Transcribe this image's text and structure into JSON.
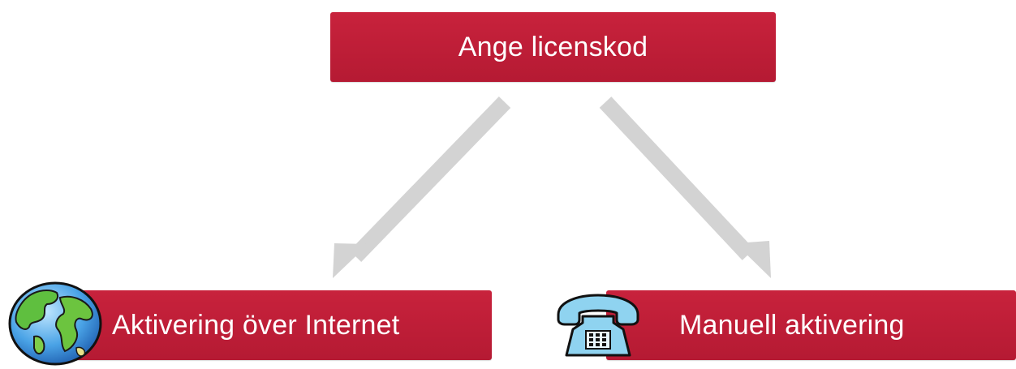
{
  "diagram": {
    "top_node": {
      "label": "Ange licenskod"
    },
    "left_node": {
      "label": "Aktivering över Internet",
      "icon": "globe-icon"
    },
    "right_node": {
      "label": "Manuell aktivering",
      "icon": "telephone-icon"
    },
    "colors": {
      "node_fill": "#c41e3a",
      "node_text": "#ffffff",
      "arrow": "#d3d3d3"
    }
  }
}
